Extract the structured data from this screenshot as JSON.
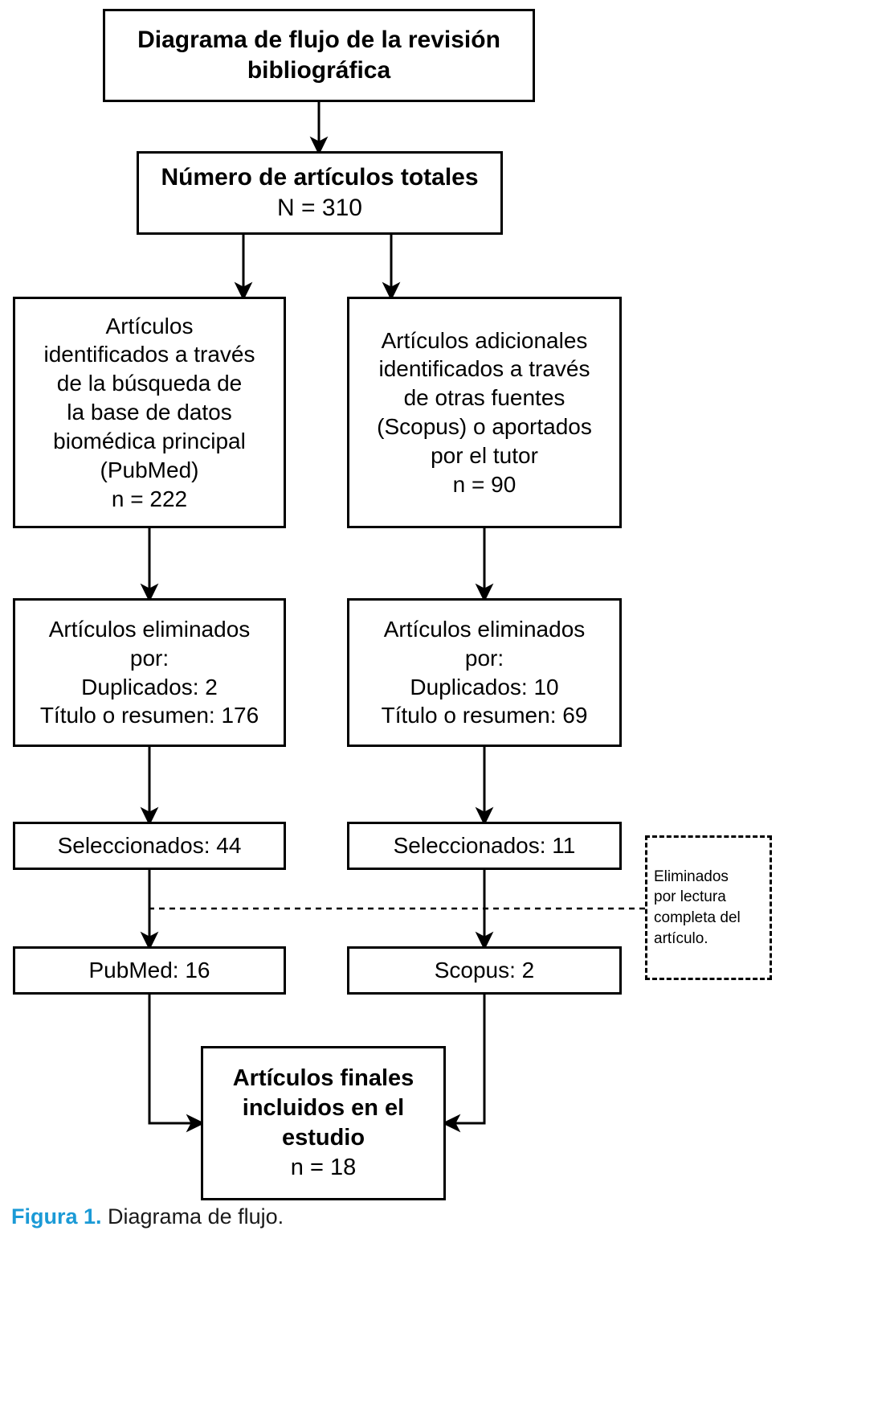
{
  "figure": {
    "caption_label": "Figura 1.",
    "caption_text": " Diagrama de flujo.",
    "accent_color": "#1b9ad6",
    "line_color": "#000000",
    "background_color": "#ffffff"
  },
  "chart_data": {
    "type": "diagram",
    "title": "Diagrama de flujo de la revisión bibliográfica",
    "nodes": [
      {
        "id": "title",
        "label": "Diagrama de flujo de la revisión bibliográfica",
        "bold": true
      },
      {
        "id": "total",
        "label": "Número de artículos totales",
        "value_label": "N = 310",
        "value": 310
      },
      {
        "id": "pubmed_src",
        "label": "Artículos identificados a través de la búsqueda de la base de datos biomédica principal (PubMed)",
        "value_label": "n = 222",
        "value": 222
      },
      {
        "id": "other_src",
        "label": "Artículos adicionales identificados a través de otras fuentes (Scopus) o aportados por el tutor",
        "value_label": "n = 90",
        "value": 90
      },
      {
        "id": "elim_left",
        "label": "Artículos eliminados por:",
        "duplicados": 2,
        "titulo_resumen": 176
      },
      {
        "id": "elim_right",
        "label": "Artículos eliminados por:",
        "duplicados": 10,
        "titulo_resumen": 69
      },
      {
        "id": "sel_left",
        "label": "Seleccionados: 44",
        "value": 44
      },
      {
        "id": "sel_right",
        "label": "Seleccionados: 11",
        "value": 11
      },
      {
        "id": "pubmed_fin",
        "label": "PubMed: 16",
        "value": 16
      },
      {
        "id": "scopus_fin",
        "label": "Scopus: 2",
        "value": 2
      },
      {
        "id": "final",
        "label": "Artículos finales incluidos en el estudio",
        "value_label": "n = 18",
        "value": 18
      },
      {
        "id": "note",
        "label": "Eliminados por lectura completa del artículo.",
        "style": "dashed"
      }
    ],
    "edges": [
      {
        "from": "title",
        "to": "total"
      },
      {
        "from": "total",
        "to": "pubmed_src"
      },
      {
        "from": "total",
        "to": "other_src"
      },
      {
        "from": "pubmed_src",
        "to": "elim_left"
      },
      {
        "from": "other_src",
        "to": "elim_right"
      },
      {
        "from": "elim_left",
        "to": "sel_left"
      },
      {
        "from": "elim_right",
        "to": "sel_right"
      },
      {
        "from": "sel_left",
        "to": "pubmed_fin"
      },
      {
        "from": "sel_right",
        "to": "scopus_fin"
      },
      {
        "from": "pubmed_fin",
        "to": "final"
      },
      {
        "from": "scopus_fin",
        "to": "final"
      },
      {
        "from": "note",
        "to": "exclusion-line",
        "style": "dashed"
      }
    ]
  },
  "boxes": {
    "title": {
      "line1": "Diagrama de flujo de la revisión",
      "line2": "bibliográfica"
    },
    "total": {
      "heading": "Número de artículos totales",
      "count": "N = 310"
    },
    "pubmed_source": {
      "line1": "Artículos",
      "line2": "identificados a través",
      "line3": "de la búsqueda de",
      "line4": "la base de datos",
      "line5": "biomédica principal",
      "line6": "(PubMed)",
      "count": "n = 222"
    },
    "other_source": {
      "line1": "Artículos adicionales",
      "line2": "identificados a través",
      "line3": "de otras fuentes",
      "line4": "(Scopus) o aportados",
      "line5": "por el tutor",
      "count": "n = 90"
    },
    "eliminated_left": {
      "line1": "Artículos eliminados",
      "line2": "por:",
      "line3": "Duplicados: 2",
      "line4": "Título o resumen: 176"
    },
    "eliminated_right": {
      "line1": "Artículos eliminados",
      "line2": "por:",
      "line3": "Duplicados: 10",
      "line4": "Título o resumen: 69"
    },
    "selected_left": {
      "label": "Seleccionados: 44"
    },
    "selected_right": {
      "label": "Seleccionados: 11"
    },
    "pubmed_final": {
      "label": "PubMed: 16"
    },
    "scopus_final": {
      "label": "Scopus: 2"
    },
    "final_articles": {
      "line1": "Artículos finales",
      "line2": "incluidos en el",
      "line3": "estudio",
      "count": "n = 18"
    },
    "note": {
      "line1": "Eliminados",
      "line2": "por lectura",
      "line3": "completa del",
      "line4": "artículo."
    }
  }
}
